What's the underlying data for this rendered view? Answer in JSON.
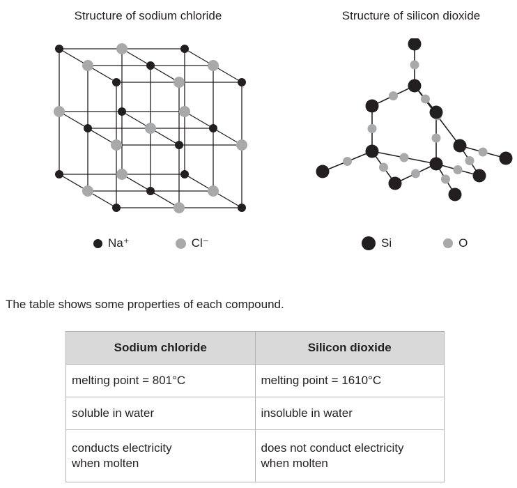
{
  "diagrams": {
    "nacl": {
      "caption": "Structure of sodium chloride",
      "legend": [
        {
          "label": "Na⁺",
          "color": "#231f20"
        },
        {
          "label": "Cl⁻",
          "color": "#a8a9ab"
        }
      ]
    },
    "sio2": {
      "caption": "Structure of silicon dioxide",
      "legend": [
        {
          "label": "Si",
          "color": "#231f20"
        },
        {
          "label": "O",
          "color": "#a8a9ab"
        }
      ]
    }
  },
  "intro": "The table shows some properties of each compound.",
  "table": {
    "headers": [
      "Sodium chloride",
      "Silicon dioxide"
    ],
    "rows": [
      [
        "melting point = 801°C",
        "melting point = 1610°C"
      ],
      [
        "soluble in water",
        "insoluble in water"
      ],
      [
        "conducts electricity\nwhen molten",
        "does not conduct electricity\nwhen molten"
      ]
    ]
  }
}
